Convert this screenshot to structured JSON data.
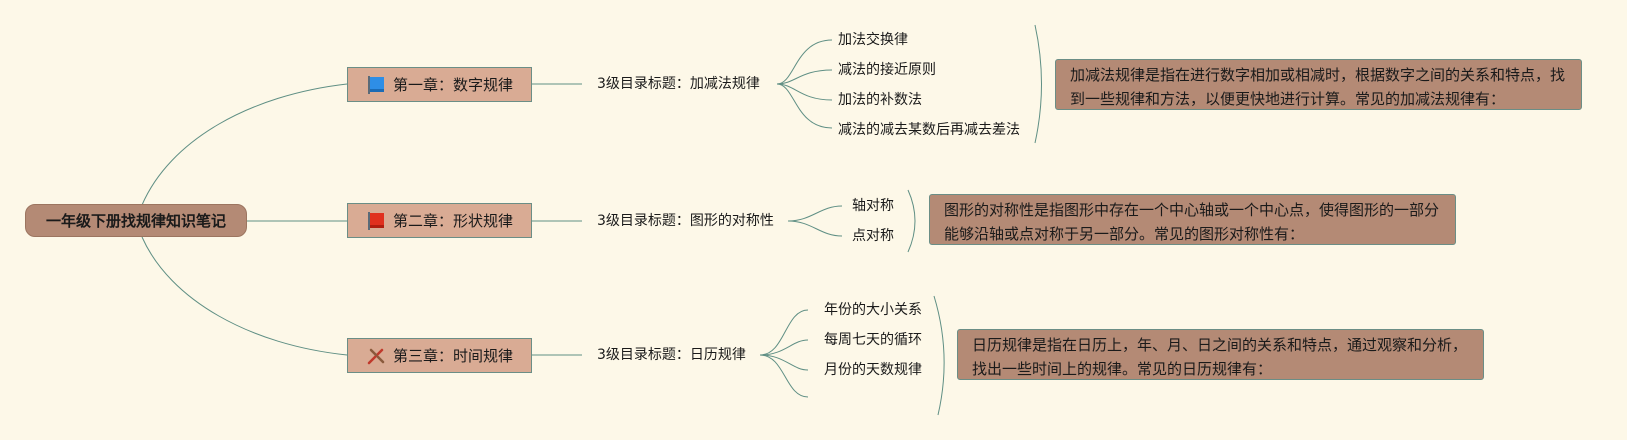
{
  "root": {
    "label": "一年级下册找规律知识笔记"
  },
  "chapters": [
    {
      "label": "第一章：数字规律",
      "icon": "blue-flag-icon",
      "icon_color": "#2e8ee6",
      "sub": "3级目录标题：加减法规律",
      "leaves": [
        "加法交换律",
        "减法的接近原则",
        "加法的补数法",
        "减法的减去某数后再减去差法"
      ],
      "desc": "加减法规律是指在进行数字相加或相减时，根据数字之间的关系和特点，找到一些规律和方法，以便更快地进行计算。常见的加减法规律有："
    },
    {
      "label": "第二章：形状规律",
      "icon": "red-flag-icon",
      "icon_color": "#e0301e",
      "sub": "3级目录标题：图形的对称性",
      "leaves": [
        "轴对称",
        "点对称"
      ],
      "desc": "图形的对称性是指图形中存在一个中心轴或一个中心点，使得图形的一部分能够沿轴或点对称于另一部分。常见的图形对称性有："
    },
    {
      "label": "第三章：时间规律",
      "icon": "tools-icon",
      "icon_color": "#c0392b",
      "sub": "3级目录标题：日历规律",
      "leaves": [
        "年份的大小关系",
        "每周七天的循环",
        "月份的天数规律"
      ],
      "desc": "日历规律是指在日历上，年、月、日之间的关系和特点，通过观察和分析，找出一些时间上的规律。常见的日历规律有："
    }
  ],
  "colors": {
    "line": "#5f8f84",
    "root_bg": "#b48a75",
    "chapter_bg": "#d9ab94",
    "background": "#fdf8e8"
  }
}
